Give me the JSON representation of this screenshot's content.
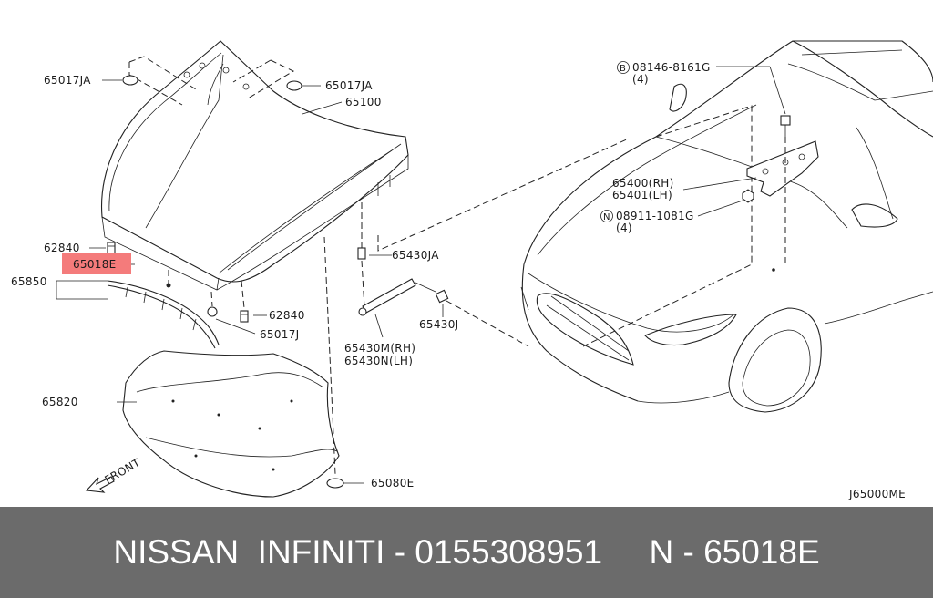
{
  "labels": {
    "p65017ja_left": "65017JA",
    "p65017ja_right": "65017JA",
    "p65100": "65100",
    "p62840_top": "62840",
    "p65018e": "65018E",
    "p65850": "65850",
    "p62840_bottom": "62840",
    "p65017j": "65017J",
    "p65820": "65820",
    "p65080e": "65080E",
    "p65430ja": "65430JA",
    "p65430j": "65430J",
    "p65430m": "65430M(RH)",
    "p65430n": "65430N(LH)",
    "p08146": "08146-8161G",
    "p08146_qty": "(4)",
    "p08146_symbol": "B",
    "p65400": "65400(RH)",
    "p65401": "65401(LH)",
    "p08911": "08911-1081G",
    "p08911_qty": "(4)",
    "p08911_symbol": "N",
    "front": "FRONT",
    "diagram_code": "J65000ME"
  },
  "highlight_color": "#f47b7b",
  "footer": {
    "text": "NISSAN  INFINITI - 0155308951     N - 65018E",
    "background": "#6b6b6b"
  }
}
